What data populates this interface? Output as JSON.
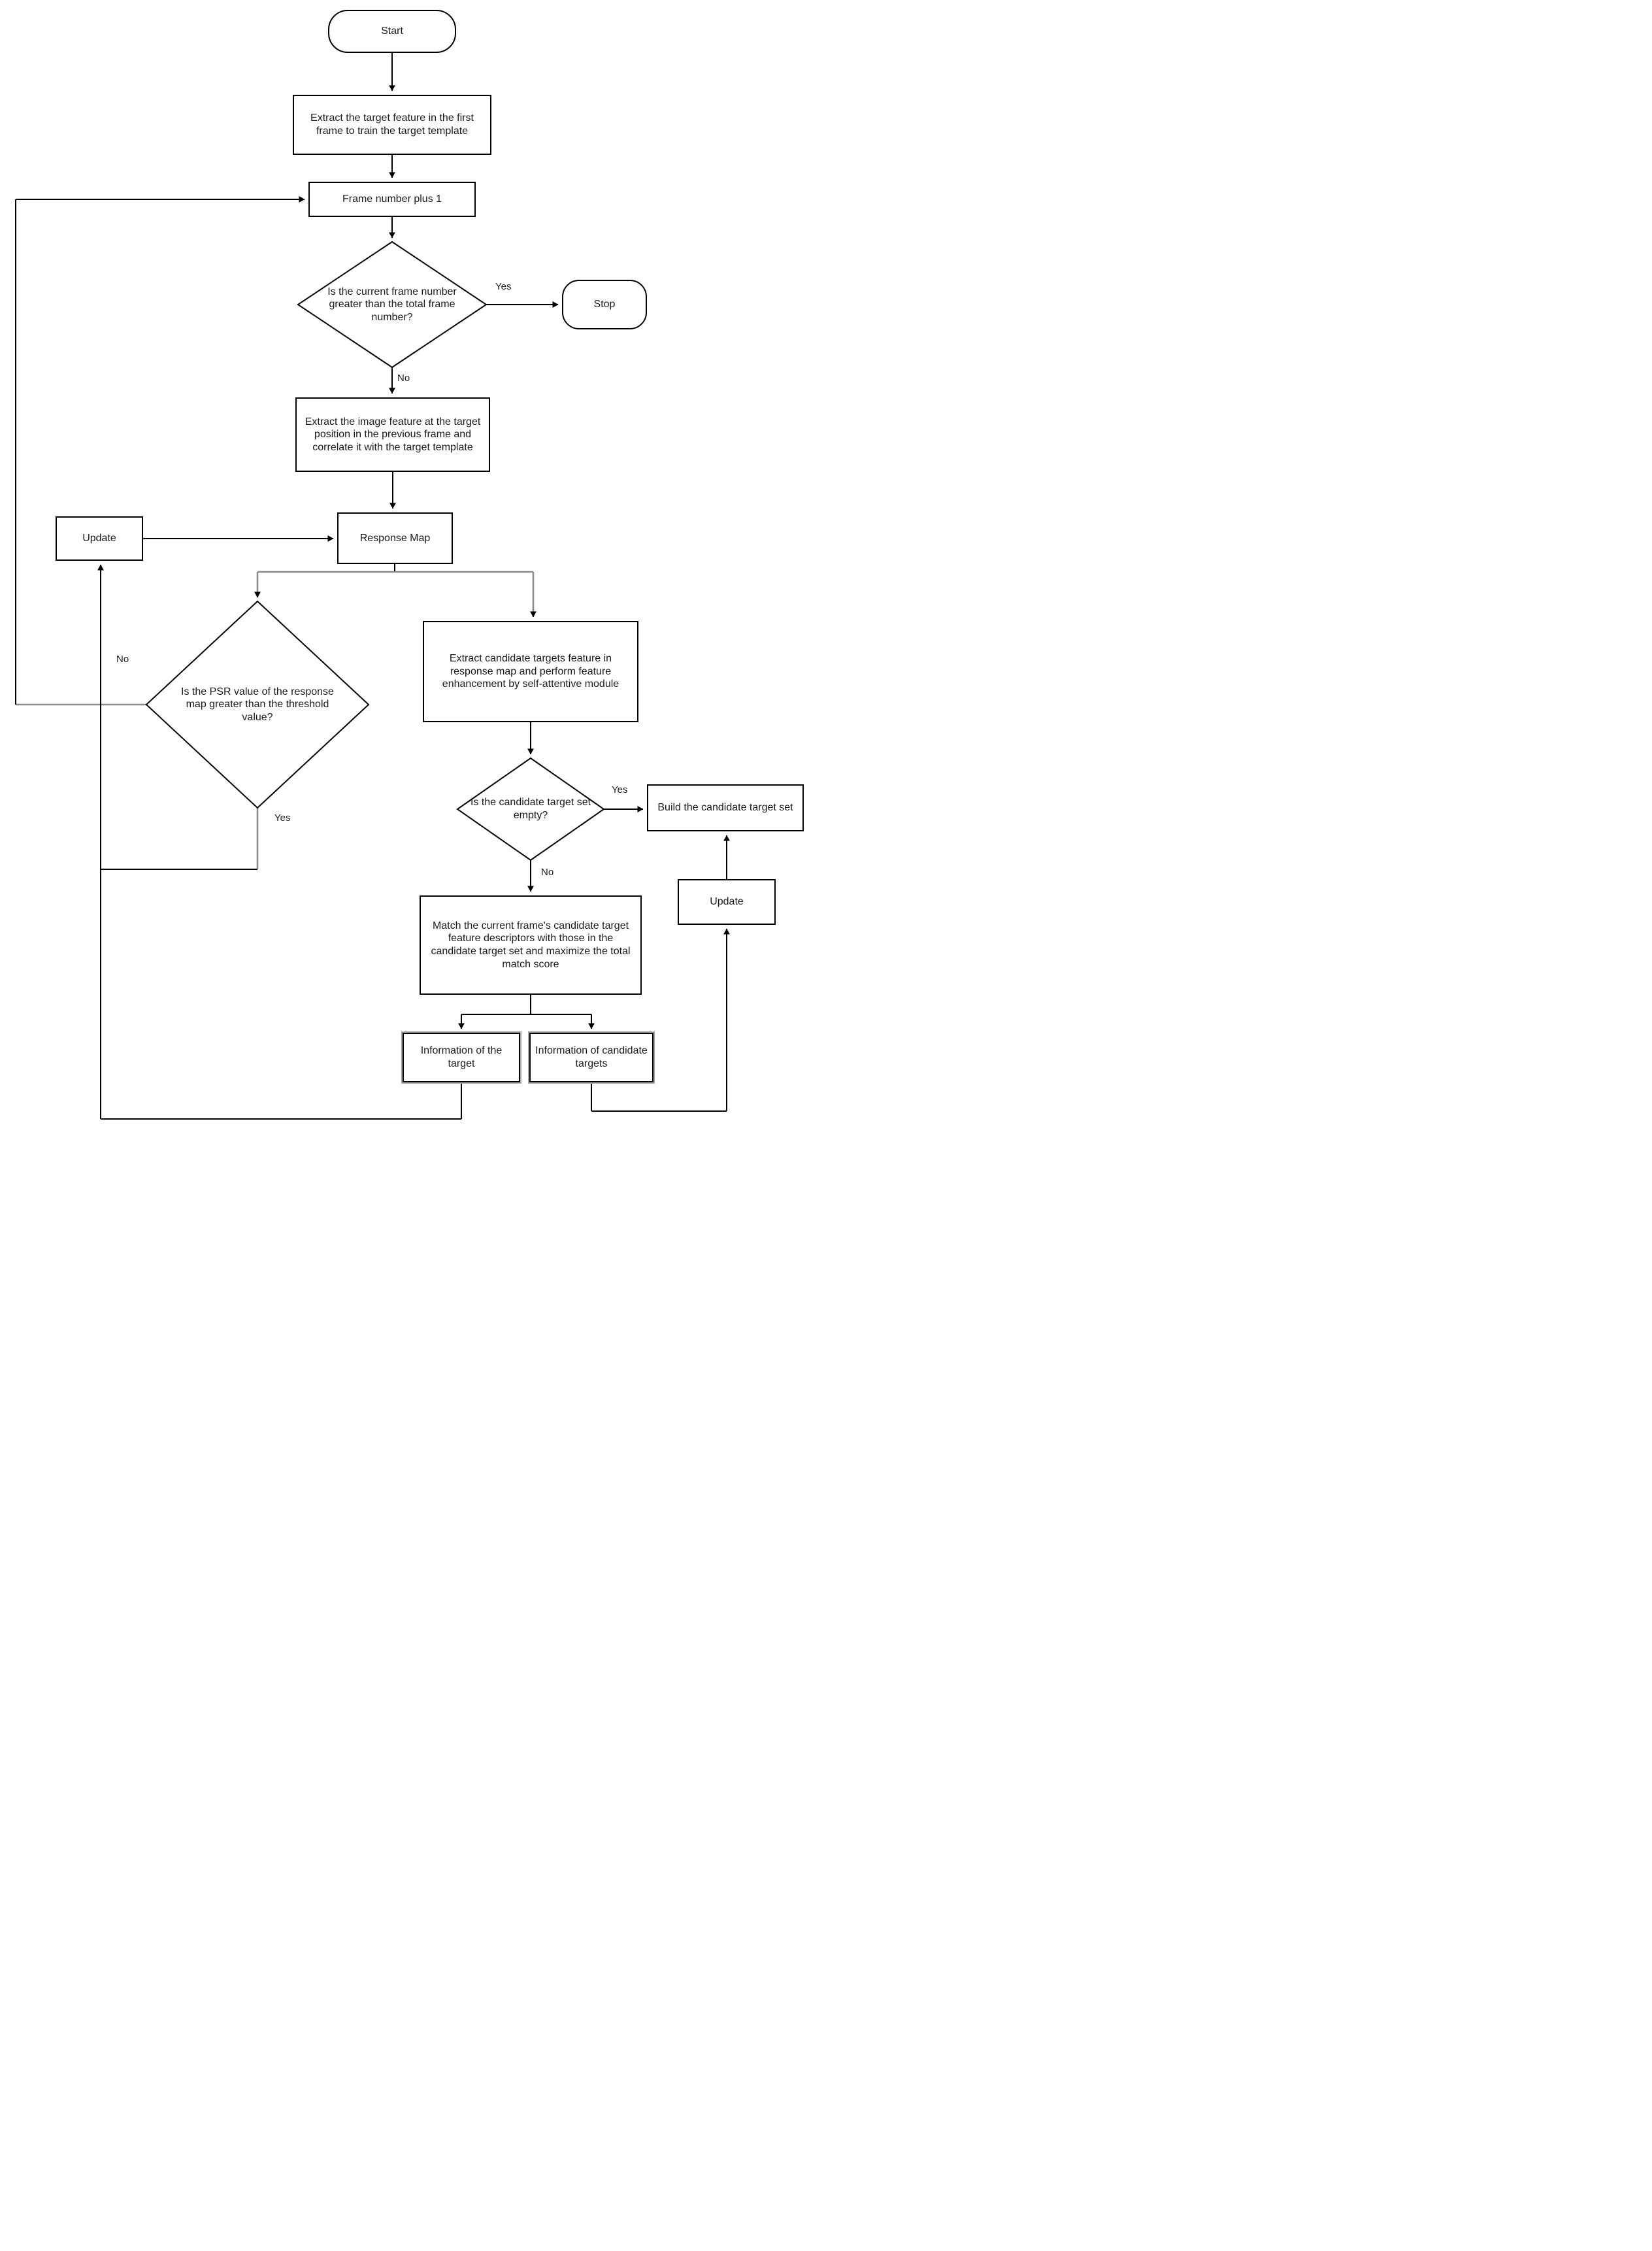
{
  "diagram": {
    "type": "flowchart",
    "colors": {
      "background": "#ffffff",
      "node_fill": "#ffffff",
      "node_border": "#000000",
      "connector": "#000000",
      "connector_gray": "#8c8c8c"
    },
    "nodes": {
      "start": {
        "label": "Start",
        "shape": "terminator"
      },
      "extract_target": {
        "label": "Extract the target feature in the first frame to train the target template",
        "shape": "process"
      },
      "frame_plus": {
        "label": "Frame number plus 1",
        "shape": "process"
      },
      "frame_check": {
        "label": "Is the current frame number greater than the total frame number?",
        "shape": "decision"
      },
      "stop": {
        "label": "Stop",
        "shape": "terminator"
      },
      "extract_image": {
        "label": "Extract the image feature at the target position in the previous frame and correlate it with the target template",
        "shape": "process"
      },
      "update_left": {
        "label": "Update",
        "shape": "process"
      },
      "response_map": {
        "label": "Response Map",
        "shape": "process"
      },
      "psr_check": {
        "label": "Is the PSR value of the response map greater than the threshold value?",
        "shape": "decision"
      },
      "extract_candidates": {
        "label": "Extract candidate targets feature in response map and perform feature enhancement by self-attentive module",
        "shape": "process"
      },
      "candidate_empty": {
        "label": "Is the candidate target set empty?",
        "shape": "decision"
      },
      "build_set": {
        "label": "Build the candidate target set",
        "shape": "process"
      },
      "match_descriptors": {
        "label": "Match the current frame's candidate target feature descriptors with those in the candidate target set and maximize the total match score",
        "shape": "process"
      },
      "info_target": {
        "label": "Information of the target",
        "shape": "process"
      },
      "info_candidates": {
        "label": "Information of candidate targets",
        "shape": "process"
      },
      "update_right": {
        "label": "Update",
        "shape": "process"
      }
    },
    "edge_labels": {
      "frame_check_yes": "Yes",
      "frame_check_no": "No",
      "psr_check_no": "No",
      "psr_check_yes": "Yes",
      "candidate_empty_yes": "Yes",
      "candidate_empty_no": "No"
    }
  }
}
